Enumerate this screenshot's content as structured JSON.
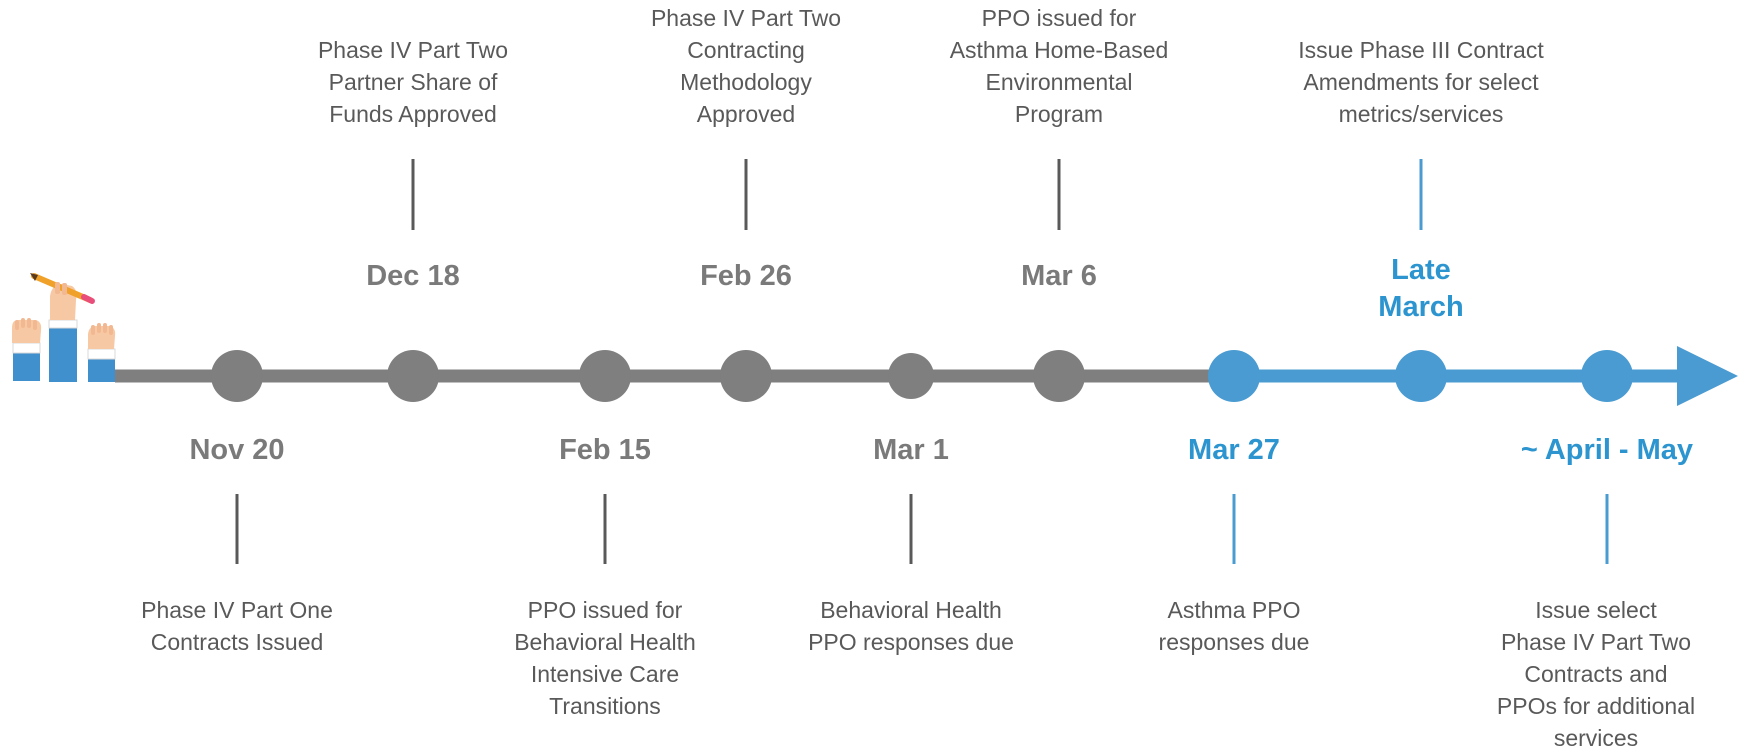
{
  "colors": {
    "past": "#7f7f7f",
    "future": "#4a9bd2",
    "past_date_text": "#7a7a7a",
    "future_date_text": "#2c94cf",
    "desc_text": "#595959",
    "connector_past": "#595959",
    "connector_future": "#4a9bd2"
  },
  "icon": "hands-raised-with-pencil-icon",
  "milestones": [
    {
      "date": "Nov 20",
      "description": "Phase IV Part One\nContracts Issued",
      "side": "below",
      "status": "past"
    },
    {
      "date": "Dec 18",
      "description": "Phase IV Part Two\nPartner Share of\nFunds Approved",
      "side": "above",
      "status": "past"
    },
    {
      "date": "Feb 15",
      "description": "PPO issued for\nBehavioral Health\nIntensive Care\nTransitions",
      "side": "below",
      "status": "past"
    },
    {
      "date": "Feb 26",
      "description": "Phase IV Part Two\nContracting\nMethodology\nApproved",
      "side": "above",
      "status": "past"
    },
    {
      "date": "Mar 1",
      "description": "Behavioral Health\nPPO responses due",
      "side": "below",
      "status": "past"
    },
    {
      "date": "Mar 6",
      "description": "PPO issued for\nAsthma Home-Based\nEnvironmental\nProgram",
      "side": "above",
      "status": "past"
    },
    {
      "date": "Mar 27",
      "description": "Asthma PPO\nresponses due",
      "side": "below",
      "status": "future"
    },
    {
      "date": "Late\nMarch",
      "description": "Issue Phase III Contract\nAmendments for select\nmetrics/services",
      "side": "above",
      "status": "future"
    },
    {
      "date": "~ April - May",
      "description": "Issue select\nPhase IV Part Two\nContracts and\nPPOs for additional\nservices",
      "side": "below",
      "status": "future"
    }
  ]
}
